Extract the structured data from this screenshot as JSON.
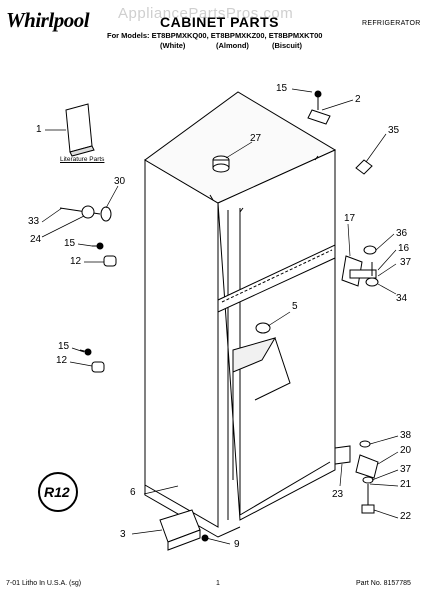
{
  "header": {
    "brand": "Whirlpool",
    "watermark": "AppliancePartsPros.com",
    "title": "CABINET PARTS",
    "category": "REFRIGERATOR",
    "models_label": "For Models: ET8BPMXKQ00, ET8BPMXKZ00, ET8BPMXKT00",
    "colors": [
      "(White)",
      "(Almond)",
      "(Biscuit)"
    ]
  },
  "diagram": {
    "literature_label": "Literature Parts",
    "stamp": "R12",
    "callouts": [
      "1",
      "2",
      "3",
      "5",
      "6",
      "9",
      "12",
      "12",
      "15",
      "15",
      "15",
      "16",
      "17",
      "20",
      "21",
      "22",
      "23",
      "24",
      "27",
      "30",
      "33",
      "34",
      "35",
      "36",
      "37",
      "37",
      "38"
    ]
  },
  "footer": {
    "litho": "7-01 Litho In U.S.A. (sg)",
    "page": "1",
    "part_no": "Part No. 8157785"
  }
}
